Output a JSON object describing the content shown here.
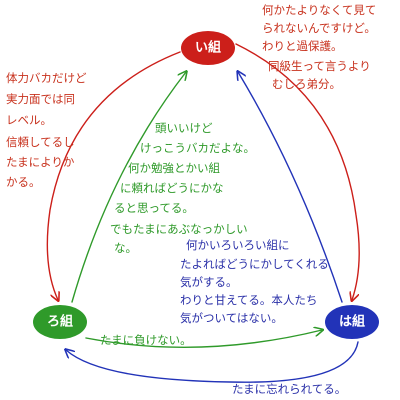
{
  "colors": {
    "red": "#cc1f1a",
    "green": "#2f9a2a",
    "blue": "#2233b8",
    "red_text": "#c8321e",
    "green_text": "#2f9a2a",
    "blue_text": "#2a30a8"
  },
  "nodes": {
    "i": {
      "label": "い組"
    },
    "ro": {
      "label": "ろ組"
    },
    "ha": {
      "label": "は組"
    }
  },
  "notes": {
    "i_to_ha": [
      "何かたよりなくて見て",
      "られないんですけど。",
      "わりと過保護。",
      "同級生って言うより",
      "むしろ弟分。"
    ],
    "i_to_ro": [
      "体力バカだけど",
      "実力面では同",
      "レベル。",
      "信頼してるし",
      "たまによりか",
      "かる。"
    ],
    "ro_to_i": [
      "頭いいけど",
      "けっこうバカだよな。",
      "何か勉強とかい組",
      "に頼ればどうにかな",
      "ると思ってる。",
      "でもたまにあぶなっかしい",
      "な。"
    ],
    "ha_to_i": [
      "何かいろいろい組に",
      "たよればどうにかしてくれる",
      "気がする。",
      "わりと甘えてる。本人たち",
      "気がついてはない。"
    ],
    "ro_to_ha": [
      "たまに負けない。"
    ],
    "ha_to_ro": [
      "たまに忘れられてる。"
    ]
  }
}
